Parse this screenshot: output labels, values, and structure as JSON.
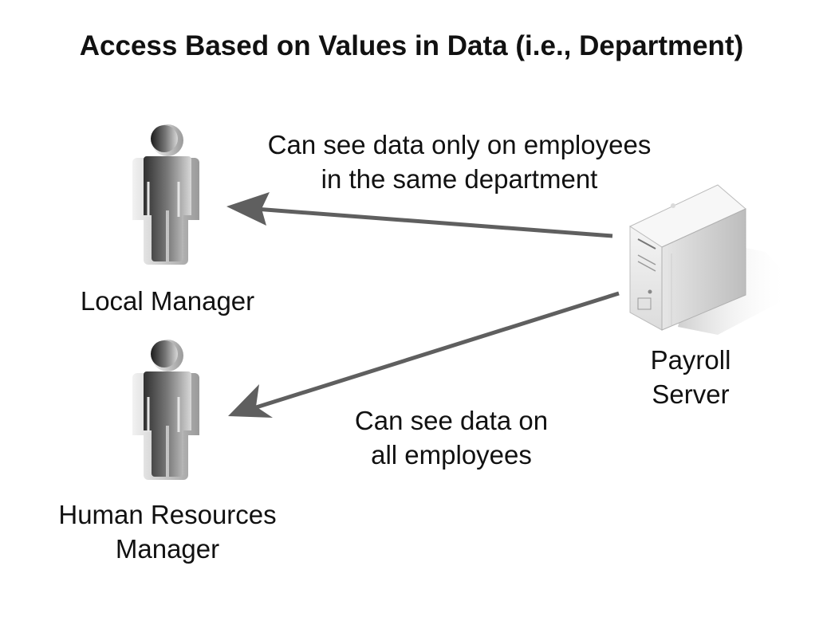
{
  "diagram": {
    "title": "Access Based on Values in Data (i.e., Department)",
    "actors": [
      {
        "id": "local-manager",
        "label_lines": [
          "Local Manager"
        ],
        "icon": "person-icon"
      },
      {
        "id": "hr-manager",
        "label_lines": [
          "Human Resources",
          "Manager"
        ],
        "icon": "person-icon"
      }
    ],
    "server": {
      "label_lines": [
        "Payroll",
        "Server"
      ],
      "icon": "server-icon"
    },
    "arrows": [
      {
        "from": "server",
        "to": "local-manager",
        "label_lines": [
          "Can see data only on employees",
          "in the same department"
        ]
      },
      {
        "from": "server",
        "to": "hr-manager",
        "label_lines": [
          "Can see data on",
          "all employees"
        ]
      }
    ],
    "colors": {
      "arrow": "#5f5f5f",
      "text": "#111111",
      "background": "#ffffff"
    }
  }
}
